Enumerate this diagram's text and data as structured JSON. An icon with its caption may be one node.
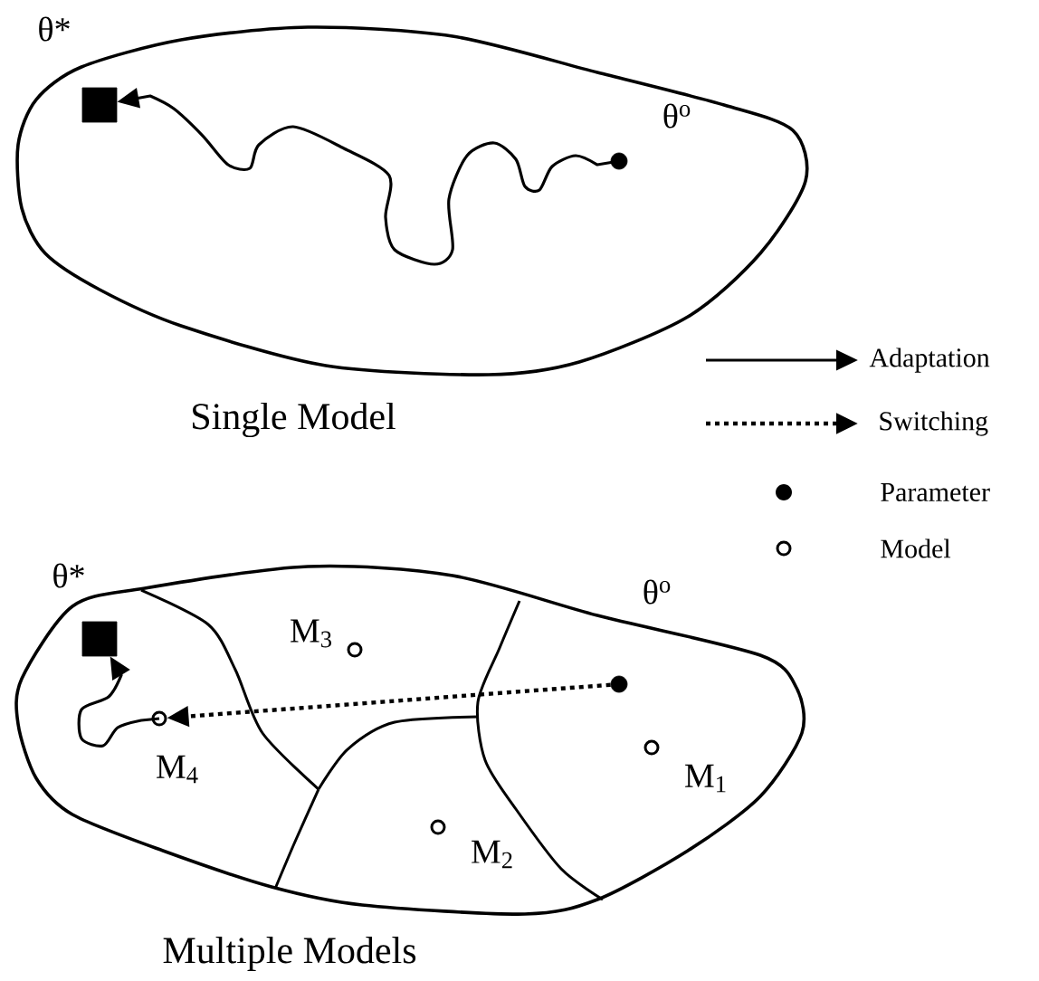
{
  "diagram": {
    "nodes": [
      {
        "text": [],
        "shape": "box",
        "beside": [
          "θ*"
        ]
      },
      {
        "text": [],
        "shape": "dot",
        "beside": [
          "θ$^{o}$"
        ]
      },
      {
        "text": [],
        "shape": "box",
        "beside": [
          "θ*"
        ]
      },
      {
        "text": [],
        "shape": "circle",
        "beside": [
          "M$_{3}$"
        ]
      },
      {
        "text": [],
        "shape": "circle",
        "beside": [
          "M$_{4}$"
        ]
      },
      {
        "text": [],
        "shape": "dot",
        "beside": [
          "θ$^{o}$"
        ]
      },
      {
        "text": [],
        "shape": "circle",
        "beside": [
          "M$_{1}$"
        ]
      },
      {
        "text": [],
        "shape": "circle",
        "beside": [
          "M$_{2}$"
        ]
      }
    ],
    "edges": [
      {
        "from": 1,
        "to": 0,
        "arrow": "to"
      },
      {
        "from": 5,
        "to": 4,
        "arrow": "to",
        "style": "dashed"
      },
      {
        "from": 4,
        "to": 2,
        "arrow": "to"
      }
    ],
    "labels": [
      "Single Model",
      "Multiple Models"
    ],
    "legend": [
      {
        "text": "Adaptation"
      },
      {
        "text": "Switching"
      },
      {
        "text": "Parameter"
      },
      {
        "text": "Model"
      }
    ]
  }
}
